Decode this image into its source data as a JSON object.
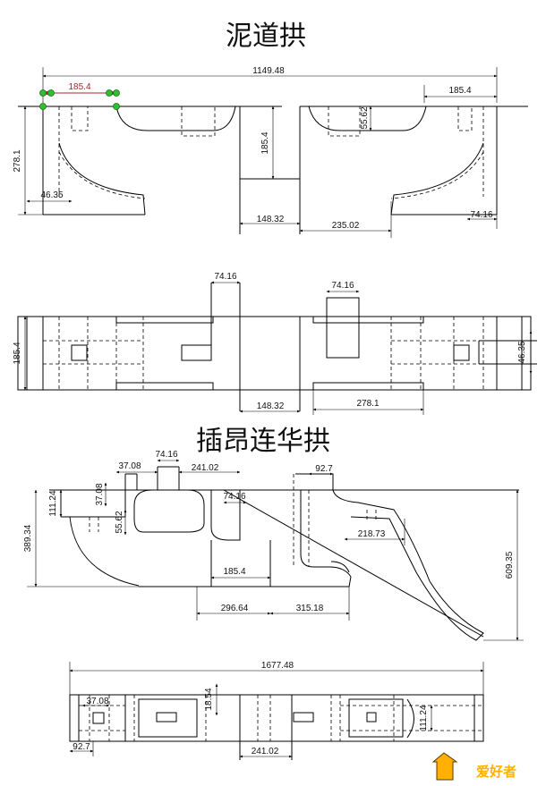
{
  "titles": {
    "top": "泥道拱",
    "middle": "插昂连华拱"
  },
  "colors": {
    "line": "#000000",
    "highlight_dimension": "#b2202a",
    "constraint_points": "#2fbf2f",
    "logo": "#ffb000"
  },
  "dims": {
    "d1149_48": "1149.48",
    "d185_4_red": "185.4",
    "d185_4_right": "185.4",
    "d278_1": "278.1",
    "d55_62": "55.62",
    "d185_4_mid": "185.4",
    "d46_35": "46.35",
    "d148_32": "148.32",
    "d235_02": "235.02",
    "d74_16": "74.16",
    "p_74_16_a": "74.16",
    "p_74_16_b": "74.16",
    "p_185_4": "185.4",
    "p_46_35": "46.35",
    "p_148_32": "148.32",
    "p_278_1": "278.1",
    "c_37_08_top": "37.08",
    "c_74_16_top": "74.16",
    "c_241_02": "241.02",
    "c_92_7": "92.7",
    "c_111_24": "111.24",
    "c_37_08_side": "37.08",
    "c_55_62": "55.62",
    "c_74_16_mid": "74.16",
    "c_389_34": "389.34",
    "c_218_73": "218.73",
    "c_609_35": "609.35",
    "c_185_4": "185.4",
    "c_296_64": "296.64",
    "c_315_18": "315.18",
    "b_1677_48": "1677.48",
    "b_37_08": "37.08",
    "b_18_54": "18.54",
    "b_111_24": "111.24",
    "b_92_7": "92.7",
    "b_241_02": "241.02"
  },
  "logo": {
    "text": "爱好者"
  }
}
